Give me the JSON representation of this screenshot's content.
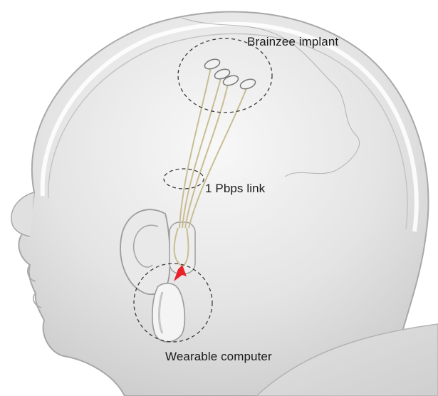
{
  "labels": {
    "implant": "Brainzee implant",
    "link": "1 Pbps link",
    "computer": "Wearable computer"
  },
  "colors": {
    "background": "#ffffff",
    "head_fill": "#dcdcdc",
    "head_outline": "#a8a8a8",
    "wire": "#c9bd93",
    "highlight_arrow": "#e8232a",
    "label_text": "#1a1a1a"
  }
}
